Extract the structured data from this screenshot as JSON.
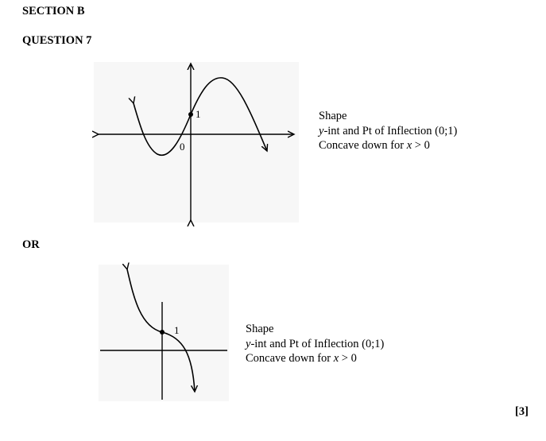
{
  "section": {
    "title": "SECTION B"
  },
  "question": {
    "title": "QUESTION 7"
  },
  "or_label": "OR",
  "graph1": {
    "label_one": "1",
    "label_zero": "0",
    "notes": {
      "shape": "Shape",
      "yint_italic": "y",
      "yint_rest": "-int and Pt of Inflection (0;1)",
      "concave_prefix": "Concave down for ",
      "concave_var": "x",
      "concave_suffix": " > 0"
    }
  },
  "graph2": {
    "label_one": "1",
    "notes": {
      "shape": "Shape",
      "yint_italic": "y",
      "yint_rest": "-int and Pt of Inflection (0;1)",
      "concave_prefix": "Concave down for ",
      "concave_var": "x",
      "concave_suffix": " > 0"
    }
  },
  "marks": "[3]"
}
